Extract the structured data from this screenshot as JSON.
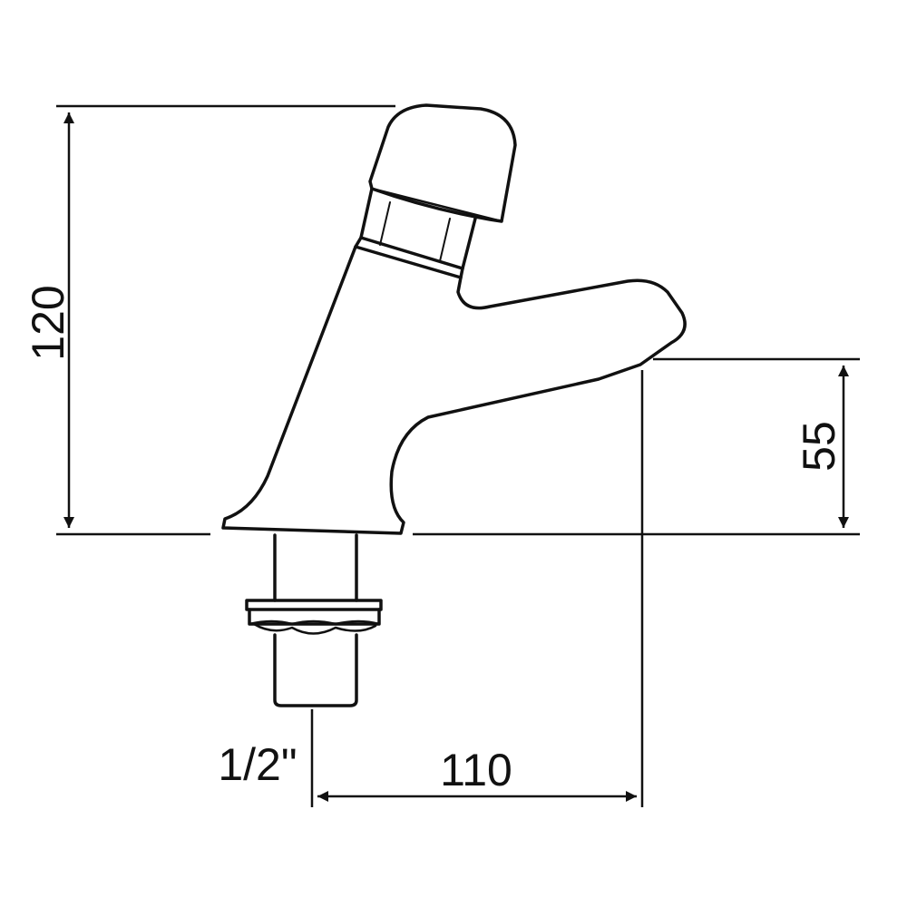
{
  "drawing": {
    "dimensions": {
      "total_height": "120",
      "spout_height": "55",
      "spout_reach": "110",
      "thread_size": "1/2\""
    },
    "colors": {
      "line": "#111111",
      "background": "#ffffff"
    }
  }
}
